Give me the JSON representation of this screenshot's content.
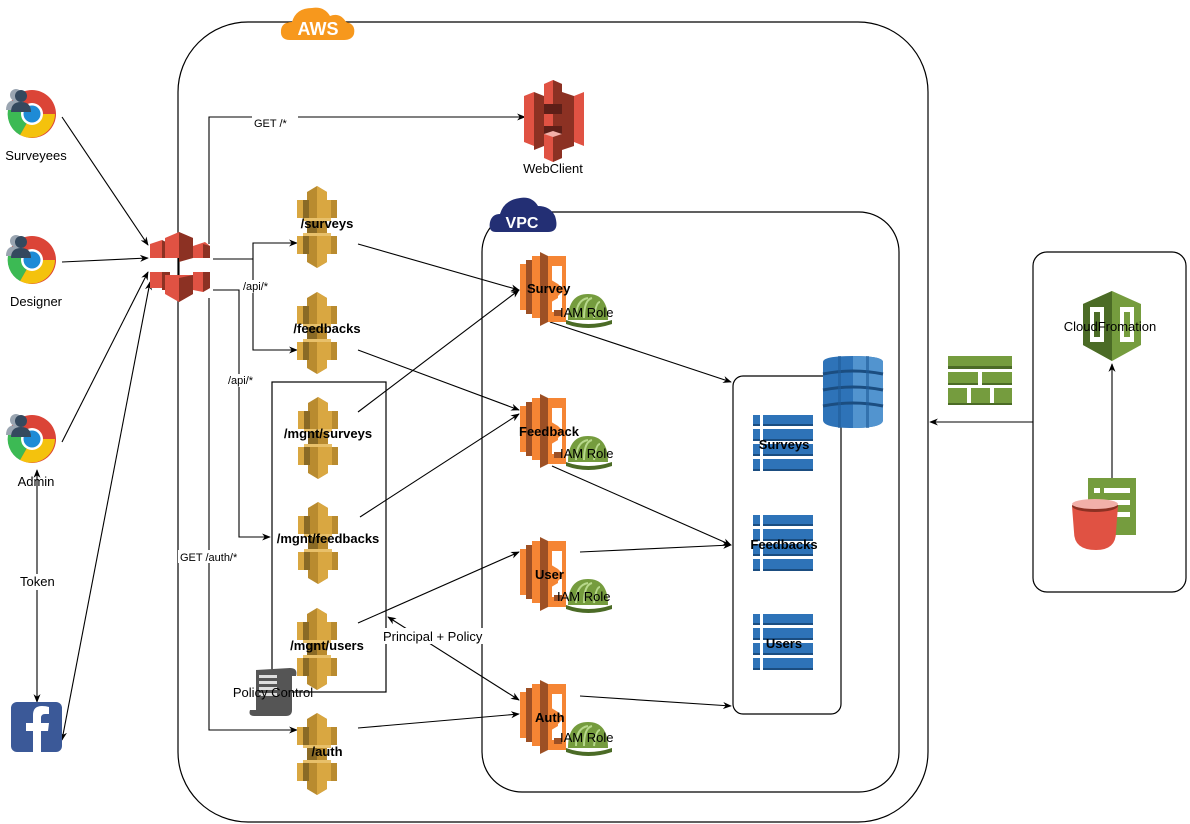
{
  "title": "AWS Survey Application Architecture",
  "colors": {
    "aws_orange": "#F7981D",
    "vpc_navy": "#232F74",
    "cloudfront_red": "#E05243",
    "api_gateway_gold": "#D9A741",
    "lambda_orange": "#F58534",
    "dynamodb_blue": "#2E73B8",
    "iam_green": "#759C3E",
    "cloudformation_green": "#759C3E",
    "facebook_blue": "#3B5998"
  },
  "containers": {
    "aws": {
      "label": "AWS"
    },
    "vpc": {
      "label": "VPC"
    },
    "policy_group": {
      "label": "Policy Control"
    },
    "dynamodb_group": {
      "label": ""
    },
    "deploy_group": {
      "label": ""
    }
  },
  "actors": [
    {
      "id": "surveyees",
      "label": "Surveyees",
      "icon": "chrome-user-icon"
    },
    {
      "id": "designer",
      "label": "Designer",
      "icon": "chrome-user-icon"
    },
    {
      "id": "admin",
      "label": "Admin",
      "icon": "chrome-user-icon"
    },
    {
      "id": "facebook",
      "label": "",
      "icon": "facebook-icon"
    }
  ],
  "cloudfront": {
    "label": "",
    "icon": "cloudfront-icon"
  },
  "webclient": {
    "label": "WebClient",
    "icon": "s3-icon"
  },
  "api_gateways": [
    {
      "id": "surveys",
      "label": "/surveys"
    },
    {
      "id": "feedbacks",
      "label": "/feedbacks"
    },
    {
      "id": "mgnt_surveys",
      "label": "/mgnt/surveys"
    },
    {
      "id": "mgnt_feedbacks",
      "label": "/mgnt/feedbacks"
    },
    {
      "id": "mgnt_users",
      "label": "/mgnt/users"
    },
    {
      "id": "auth",
      "label": "/auth"
    }
  ],
  "lambdas": [
    {
      "id": "survey",
      "label": "Survey",
      "role_label": "IAM Role"
    },
    {
      "id": "feedback",
      "label": "Feedback",
      "role_label": "IAM Role"
    },
    {
      "id": "user",
      "label": "User",
      "role_label": "IAM Role"
    },
    {
      "id": "auth",
      "label": "Auth",
      "role_label": "IAM Role"
    }
  ],
  "tables": [
    {
      "id": "surveys",
      "label": "Surveys"
    },
    {
      "id": "feedbacks",
      "label": "Feedbacks"
    },
    {
      "id": "users",
      "label": "Users"
    }
  ],
  "deploy": {
    "cloudformation_label": "CloudFromation",
    "template_icon": "s3-template-icon",
    "stack_icon": "cloudformation-stack-icon"
  },
  "edge_labels": {
    "get_all": "GET /*",
    "api_1": "/api/*",
    "api_2": "/api/*",
    "get_auth": "GET /auth/*",
    "token": "Token",
    "principal_policy": "Principal + Policy"
  }
}
